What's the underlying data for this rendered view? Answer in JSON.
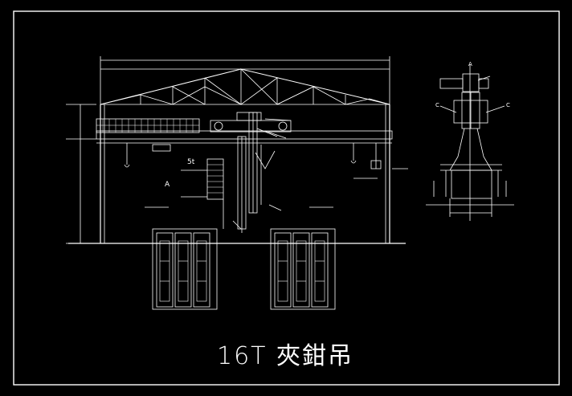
{
  "drawing": {
    "title": "16T 夾鉗吊",
    "labels": {
      "load": "5t",
      "section": "A",
      "section_small": "A",
      "c_left": "C",
      "c_right": "C"
    }
  },
  "colors": {
    "background": "#000000",
    "line": "#ffffff"
  }
}
